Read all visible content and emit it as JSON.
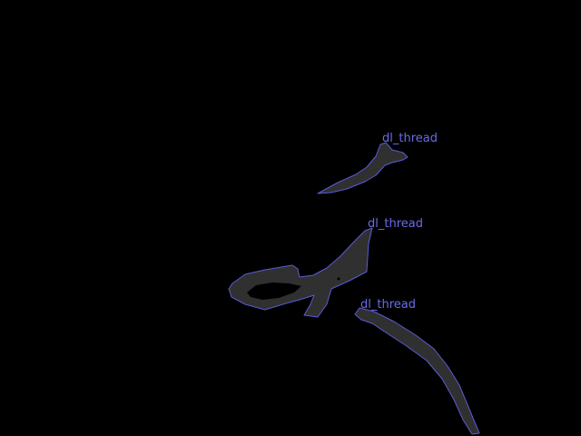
{
  "colors": {
    "background": "#000000",
    "shape_fill": "#303030",
    "outline": "#5a5ad8",
    "label": "#6b6bea"
  },
  "annotations": [
    {
      "label": "dl_thread"
    },
    {
      "label": "dl_thread"
    },
    {
      "label": "dl_thread"
    }
  ]
}
